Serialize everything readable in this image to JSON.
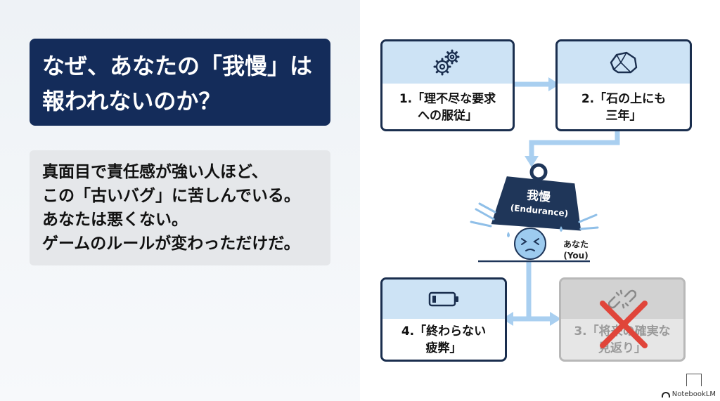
{
  "title": {
    "lines": [
      "なぜ、あなたの「我慢」は",
      "報われないのか？"
    ]
  },
  "message": {
    "lines": [
      "真面目で責任感が強い人ほど、",
      "この「古いバグ」に苦しんでいる。",
      "あなたは悪くない。",
      "ゲームのルールが変わっただけだ。"
    ]
  },
  "diagram": {
    "steps": [
      {
        "id": "step1",
        "icon": "gears-icon",
        "lines": [
          "1.「理不尽な要求",
          "への服従」"
        ]
      },
      {
        "id": "step2",
        "icon": "stone-icon",
        "lines": [
          "2.「石の上にも",
          "三年」"
        ]
      },
      {
        "id": "step3",
        "icon": "broken-link-icon",
        "lines": [
          "3.「将来の確実な",
          "見返り」"
        ],
        "disabled": true
      },
      {
        "id": "step4",
        "icon": "low-battery-icon",
        "lines": [
          "4.「終わらない",
          "疲弊」"
        ]
      }
    ],
    "weight": {
      "label": "我慢",
      "sublabel": "(Endurance)"
    },
    "person": {
      "label_ja": "あなた",
      "label_en": "(You)"
    },
    "colors": {
      "box_border": "#1a2e4e",
      "icon_band": "#cde3f5",
      "arrow": "#a9cff0",
      "weight": "#1f3659",
      "person": "#9dcbef",
      "cross": "#e0453a"
    }
  },
  "brand": {
    "name": "NotebookLM"
  }
}
